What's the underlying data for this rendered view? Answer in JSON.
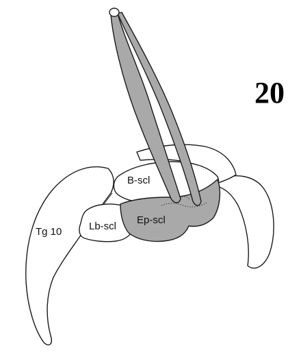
{
  "figure": {
    "number": "20",
    "labels": {
      "b_scl": "B-scl",
      "tg_10": "Tg 10",
      "lb_scl": "Lb-scl",
      "ep_scl": "Ep-scl"
    }
  },
  "colors": {
    "shaded_fill": "#a9a9a9",
    "outline": "#1a1a1a",
    "background": "#ffffff"
  }
}
